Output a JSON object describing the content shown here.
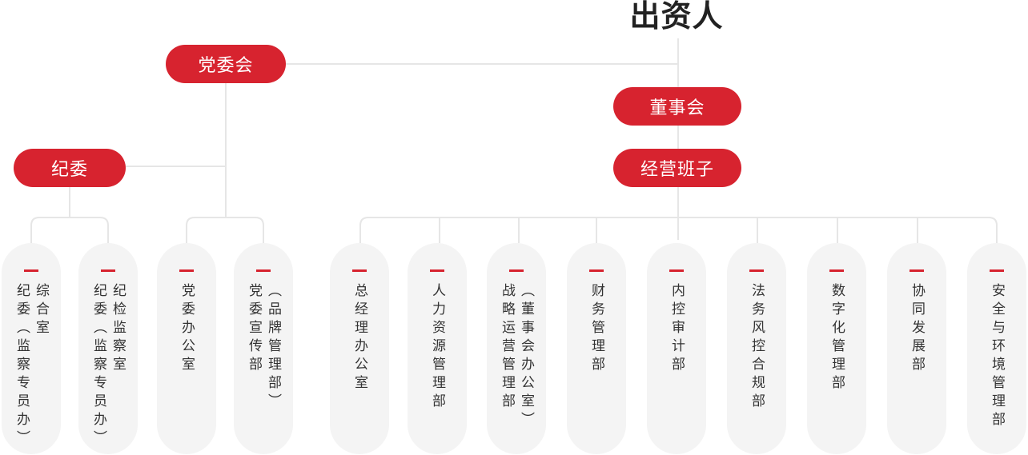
{
  "title": "出资人",
  "nodes": {
    "party": "党委会",
    "discipline": "纪委",
    "board": "董事会",
    "mgmt": "经营班子"
  },
  "departments": [
    {
      "lines": [
        "综合室",
        "纪委（监察专员办）"
      ]
    },
    {
      "lines": [
        "纪检监察室",
        "纪委（监察专员办）"
      ]
    },
    {
      "lines": [
        "党委办公室"
      ]
    },
    {
      "lines": [
        "（品牌管理部）",
        "党委宣传部"
      ]
    },
    {
      "lines": [
        "总经理办公室"
      ]
    },
    {
      "lines": [
        "人力资源管理部"
      ]
    },
    {
      "lines": [
        "（董事会办公室）",
        "战略运营管理部"
      ]
    },
    {
      "lines": [
        "财务管理部"
      ]
    },
    {
      "lines": [
        "内控审计部"
      ]
    },
    {
      "lines": [
        "法务风控合规部"
      ]
    },
    {
      "lines": [
        "数字化管理部"
      ]
    },
    {
      "lines": [
        "协同发展部"
      ]
    },
    {
      "lines": [
        "安全与环境管理部"
      ]
    }
  ],
  "colors": {
    "accent": "#d7232f",
    "card": "#f4f4f4",
    "line": "#e6e6e6",
    "text": "#333333"
  }
}
